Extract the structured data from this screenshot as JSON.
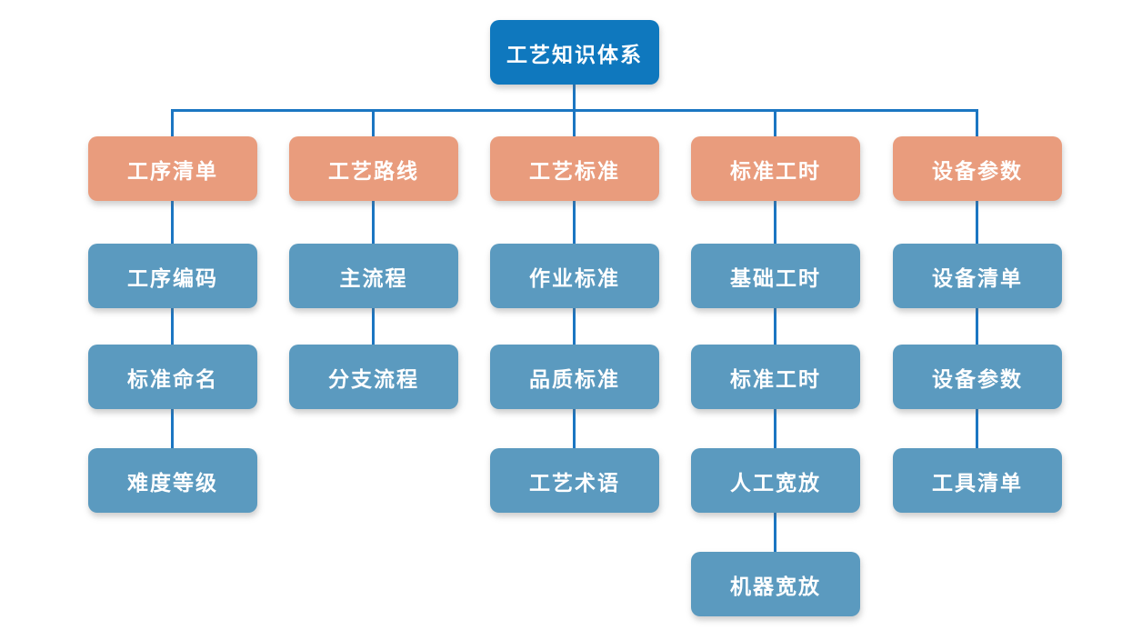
{
  "diagram": {
    "type": "org-chart",
    "colors": {
      "root_box": "#0F78BE",
      "branch_box": "#E99C7D",
      "leaf_box": "#5B9ABF",
      "connector_line": "#1B76C2",
      "text": "#FFFFFF",
      "background": "#FFFFFF"
    },
    "root": {
      "label": "工艺知识体系"
    },
    "branches": [
      {
        "label": "工序清单",
        "children": [
          "工序编码",
          "标准命名",
          "难度等级"
        ]
      },
      {
        "label": "工艺路线",
        "children": [
          "主流程",
          "分支流程"
        ]
      },
      {
        "label": "工艺标准",
        "children": [
          "作业标准",
          "品质标准",
          "工艺术语"
        ]
      },
      {
        "label": "标准工时",
        "children": [
          "基础工时",
          "标准工时",
          "人工宽放",
          "机器宽放"
        ]
      },
      {
        "label": "设备参数",
        "children": [
          "设备清单",
          "设备参数",
          "工具清单"
        ]
      }
    ]
  }
}
